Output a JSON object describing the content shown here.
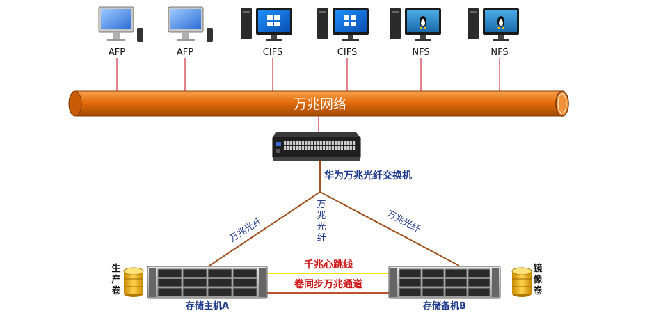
{
  "clients": [
    {
      "name": "mac-client-1",
      "protocol": "AFP",
      "os": "mac"
    },
    {
      "name": "mac-client-2",
      "protocol": "AFP",
      "os": "mac"
    },
    {
      "name": "windows-client-1",
      "protocol": "CIFS",
      "os": "windows"
    },
    {
      "name": "windows-client-2",
      "protocol": "CIFS",
      "os": "windows"
    },
    {
      "name": "linux-client-1",
      "protocol": "NFS",
      "os": "linux"
    },
    {
      "name": "linux-client-2",
      "protocol": "NFS",
      "os": "linux"
    }
  ],
  "network": {
    "label": "万兆网络"
  },
  "switch": {
    "label": "华为万兆光纤交换机"
  },
  "links": {
    "left": "万兆光纤",
    "center": "万兆光纤",
    "right": "万兆光纤",
    "heartbeat": "千兆心跳线",
    "sync": "卷同步万兆通道"
  },
  "storage": {
    "host_a": "存储主机A",
    "host_b": "存储备机B",
    "volume_a": "生产卷",
    "volume_b": "镜像卷"
  },
  "colors": {
    "pipe": "#e46c0a",
    "pipe_dark": "#8a3d00",
    "fiber": "#a0501e",
    "drop": "#d0303e",
    "heartbeat": "#f5e400",
    "sync": "#c0502a",
    "label_blue": "#1f3a8a",
    "label_red": "#d01818"
  }
}
